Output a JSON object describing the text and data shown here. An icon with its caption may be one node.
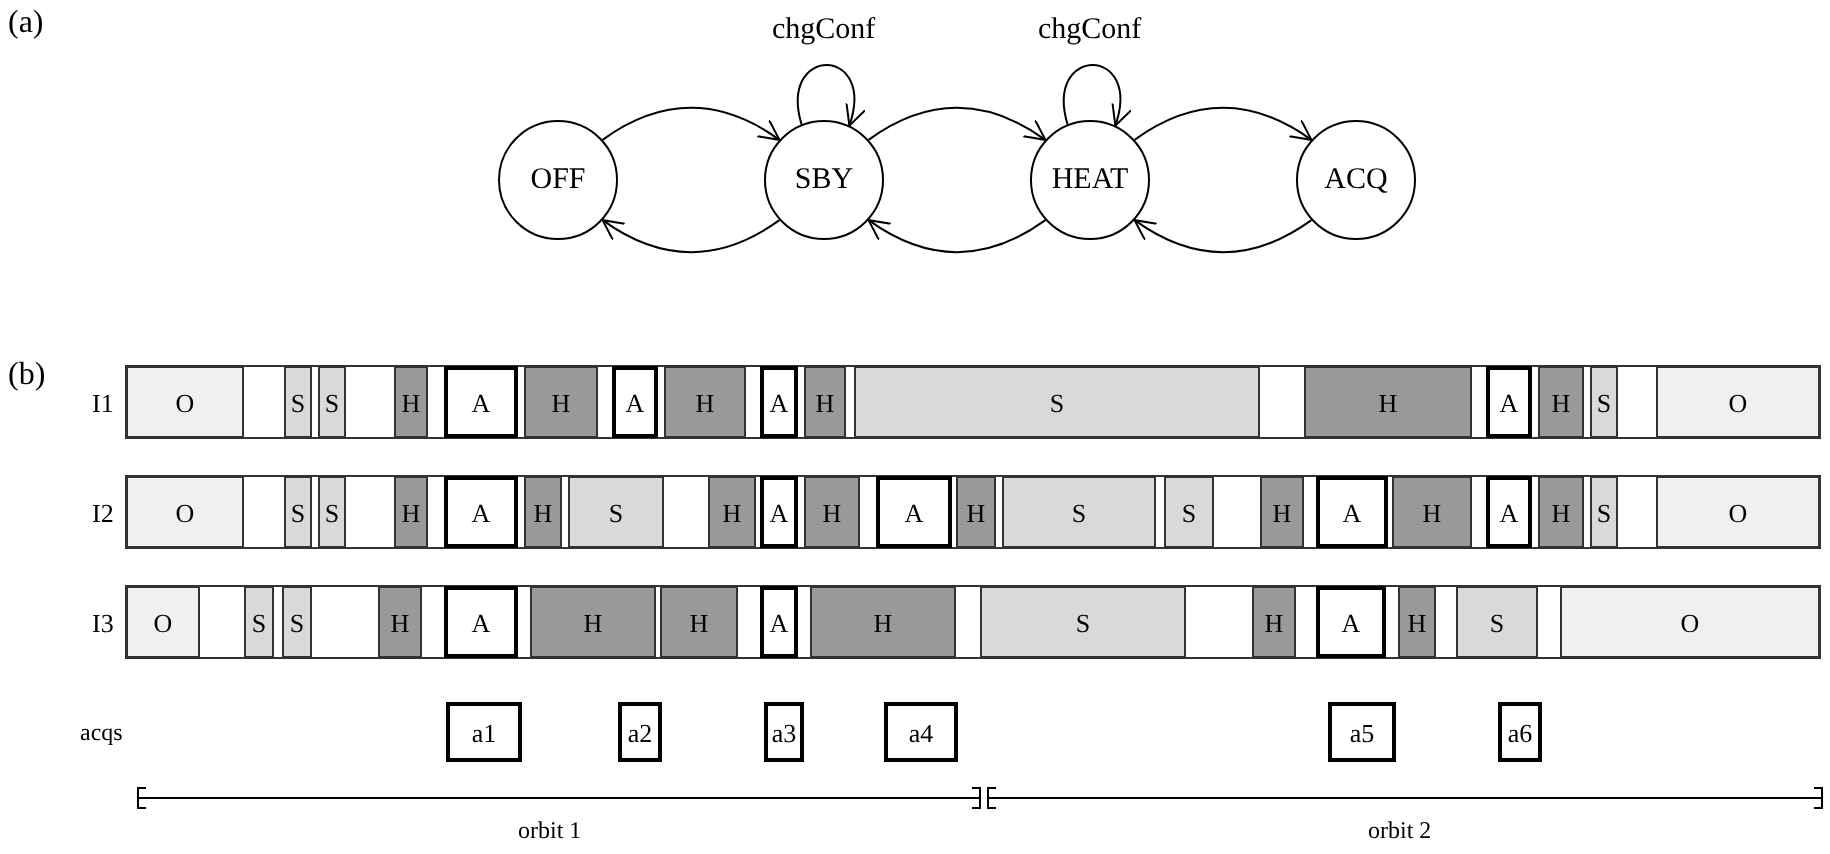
{
  "diagram": {
    "nodes": [
      {
        "text": [
          "OFF"
        ]
      },
      {
        "text": [
          "SBY"
        ]
      },
      {
        "text": [
          "HEAT"
        ]
      },
      {
        "text": [
          "ACQ"
        ]
      },
      {
        "text": [
          "O"
        ]
      },
      {
        "text": [
          "S"
        ]
      },
      {
        "text": [
          "S"
        ]
      },
      {
        "text": [
          "H"
        ]
      },
      {
        "text": [
          "A"
        ]
      },
      {
        "text": [
          "H"
        ]
      },
      {
        "text": [
          "A"
        ]
      },
      {
        "text": [
          "H"
        ]
      },
      {
        "text": [
          "A"
        ]
      },
      {
        "text": [
          "H"
        ]
      },
      {
        "text": [
          "S"
        ]
      },
      {
        "text": [
          "H"
        ]
      },
      {
        "text": [
          "A"
        ]
      },
      {
        "text": [
          "H"
        ]
      },
      {
        "text": [
          "S"
        ]
      },
      {
        "text": [
          "O"
        ]
      },
      {
        "text": [
          "O"
        ]
      },
      {
        "text": [
          "S"
        ]
      },
      {
        "text": [
          "S"
        ]
      },
      {
        "text": [
          "H"
        ]
      },
      {
        "text": [
          "A"
        ]
      },
      {
        "text": [
          "H"
        ]
      },
      {
        "text": [
          "S"
        ]
      },
      {
        "text": [
          "H"
        ]
      },
      {
        "text": [
          "A"
        ]
      },
      {
        "text": [
          "H"
        ]
      },
      {
        "text": [
          "A"
        ]
      },
      {
        "text": [
          "H"
        ]
      },
      {
        "text": [
          "S"
        ]
      },
      {
        "text": [
          "S"
        ]
      },
      {
        "text": [
          "H"
        ]
      },
      {
        "text": [
          "A"
        ]
      },
      {
        "text": [
          "H"
        ]
      },
      {
        "text": [
          "A"
        ]
      },
      {
        "text": [
          "H"
        ]
      },
      {
        "text": [
          "S"
        ]
      },
      {
        "text": [
          "O"
        ]
      },
      {
        "text": [
          "O"
        ]
      },
      {
        "text": [
          "S"
        ]
      },
      {
        "text": [
          "S"
        ]
      },
      {
        "text": [
          "H"
        ]
      },
      {
        "text": [
          "A"
        ]
      },
      {
        "text": [
          "H"
        ]
      },
      {
        "text": [
          "H"
        ]
      },
      {
        "text": [
          "A"
        ]
      },
      {
        "text": [
          "H"
        ]
      },
      {
        "text": [
          "S"
        ]
      },
      {
        "text": [
          "H"
        ]
      },
      {
        "text": [
          "A"
        ]
      },
      {
        "text": [
          "H"
        ]
      },
      {
        "text": [
          "S"
        ]
      },
      {
        "text": [
          "O"
        ]
      },
      {
        "text": [
          "a1"
        ]
      },
      {
        "text": [
          "a2"
        ]
      },
      {
        "text": [
          "a3"
        ]
      },
      {
        "text": [
          "a4"
        ]
      },
      {
        "text": [
          "a5"
        ]
      },
      {
        "text": [
          "a6"
        ]
      }
    ],
    "edges": [
      {
        "from": 0,
        "to": 1,
        "arrow": "to"
      },
      {
        "from": 1,
        "to": 0,
        "arrow": "to"
      },
      {
        "from": 1,
        "to": 1,
        "label": "chgConf",
        "arrow": "to"
      },
      {
        "from": 1,
        "to": 2,
        "arrow": "to"
      },
      {
        "from": 2,
        "to": 1,
        "arrow": "to"
      },
      {
        "from": 2,
        "to": 2,
        "label": "chgConf",
        "arrow": "to"
      },
      {
        "from": 2,
        "to": 3,
        "arrow": "to"
      },
      {
        "from": 3,
        "to": 2,
        "arrow": "to"
      }
    ],
    "labels": [
      "(a)",
      "(b)",
      "I1",
      "I2",
      "I3",
      "acqs",
      "orbit 1",
      "orbit 2"
    ]
  }
}
